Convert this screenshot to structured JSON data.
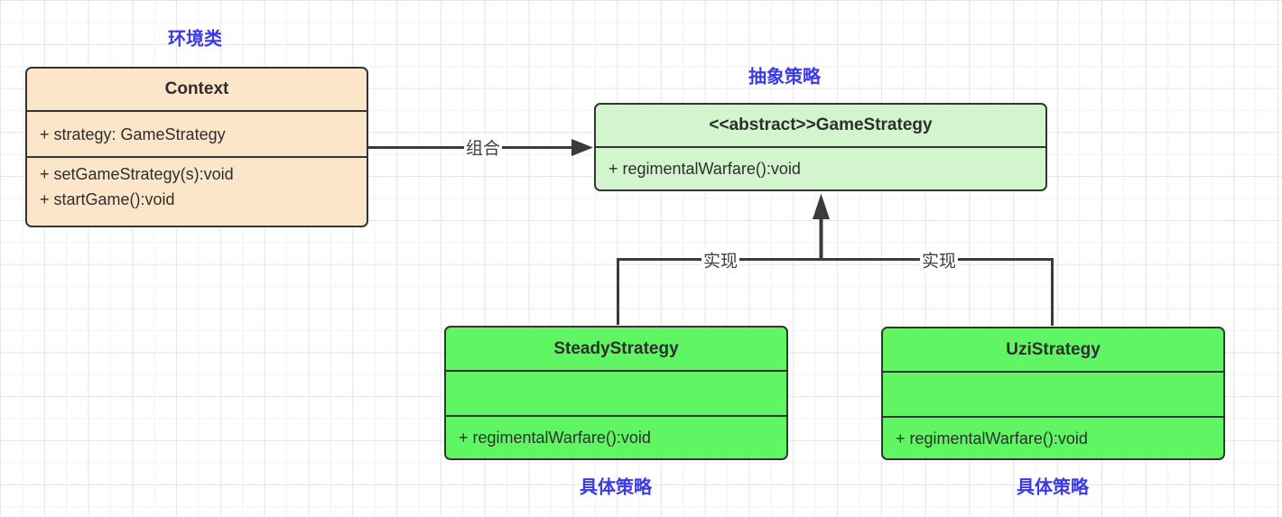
{
  "diagram": {
    "role_labels": {
      "context": "环境类",
      "abstract": "抽象策略",
      "concrete_left": "具体策略",
      "concrete_right": "具体策略"
    },
    "edge_labels": {
      "composition": "组合",
      "realization_left": "实现",
      "realization_right": "实现"
    },
    "classes": {
      "context": {
        "title": "Context",
        "attributes": [
          "+ strategy: GameStrategy"
        ],
        "methods": [
          "+ setGameStrategy(s):void",
          "+ startGame():void"
        ]
      },
      "game_strategy": {
        "title": "<<abstract>>GameStrategy",
        "attributes": [],
        "methods": [
          "+ regimentalWarfare():void"
        ]
      },
      "steady_strategy": {
        "title": "SteadyStrategy",
        "attributes": [],
        "methods": [
          "+ regimentalWarfare():void"
        ]
      },
      "uzi_strategy": {
        "title": "UziStrategy",
        "attributes": [],
        "methods": [
          "+ regimentalWarfare():void"
        ]
      }
    },
    "colors": {
      "context_fill": "#fbe6c9",
      "abstract_fill": "#d2f5cd",
      "concrete_fill": "#5ff563",
      "box_border": "#343434",
      "edge_stroke": "#3b3b3b",
      "role_label_blue": "#3a3ae8",
      "edge_label_gray": "#3f3f3f"
    }
  }
}
